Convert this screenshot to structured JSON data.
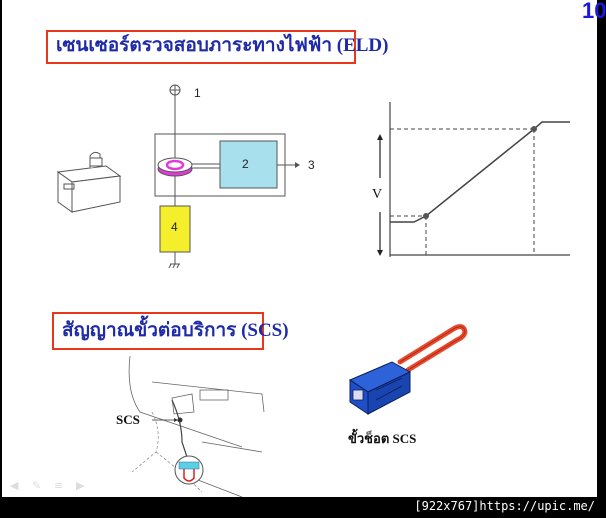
{
  "slide": {
    "page_number": "10",
    "section1": {
      "title": "เซนเซอร์ตรวจสอบภาระทางไฟฟ้า (ELD)",
      "circuit_labels": {
        "terminal_1": "1",
        "block_2": "2",
        "output_3": "3",
        "block_4": "4"
      },
      "graph": {
        "ylabel": "V"
      }
    },
    "section2": {
      "title": "สัญญาณขั้วต่อบริการ (SCS)",
      "location_label": "SCS",
      "connector_caption": "ขั้วช็อต SCS"
    },
    "colors": {
      "title_text": "#1e2aa8",
      "title_border": "#e8371b",
      "block_2": "#a8e0ee",
      "block_4": "#f5ee2a",
      "sensor_ring": "#e23ad8",
      "connector_body": "#1f4fc8",
      "connector_wire": "#e8482a",
      "page_number": "#1a1ae0"
    }
  },
  "slideshow_controls": {
    "prev": "◀",
    "pen": "✎",
    "menu": "≡",
    "next": "▶"
  },
  "footer": {
    "text": "[922x767]https://upic.me/"
  }
}
